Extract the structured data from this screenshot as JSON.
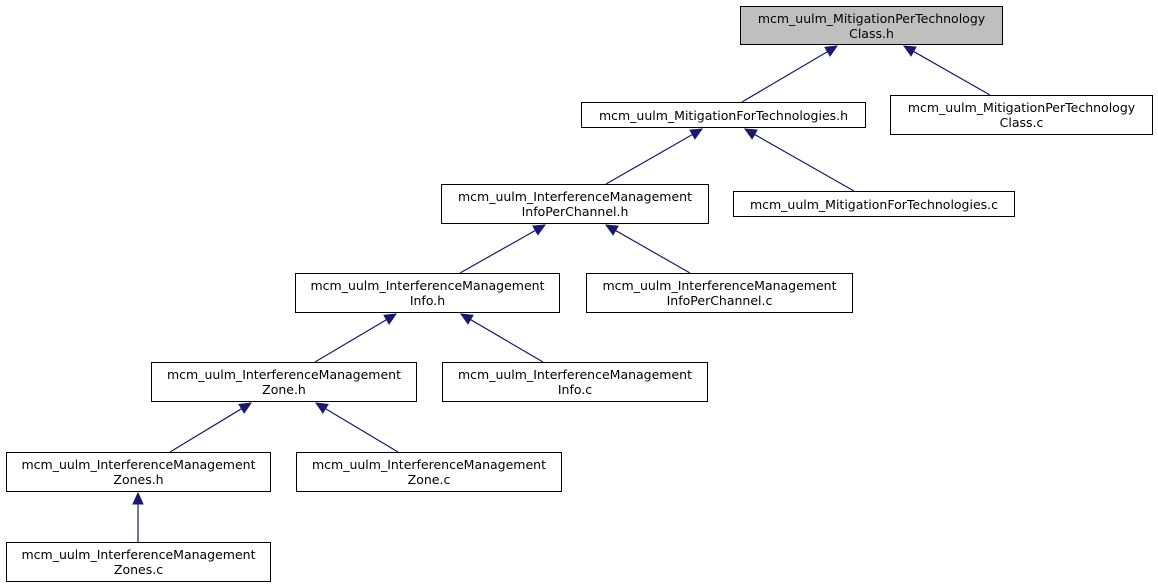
{
  "graph": {
    "edge_color": "#191970",
    "root_fill": "#bfbfbf",
    "node_fill": "#ffffff",
    "nodes": [
      {
        "id": "n0",
        "lines": [
          "mcm_uulm_MitigationPerTechnology",
          "Class.h"
        ],
        "root": true
      },
      {
        "id": "n1",
        "lines": [
          "mcm_uulm_MitigationForTechnologies.h"
        ]
      },
      {
        "id": "n2",
        "lines": [
          "mcm_uulm_MitigationPerTechnology",
          "Class.c"
        ]
      },
      {
        "id": "n3",
        "lines": [
          "mcm_uulm_InterferenceManagement",
          "InfoPerChannel.h"
        ]
      },
      {
        "id": "n4",
        "lines": [
          "mcm_uulm_MitigationForTechnologies.c"
        ]
      },
      {
        "id": "n5",
        "lines": [
          "mcm_uulm_InterferenceManagement",
          "Info.h"
        ]
      },
      {
        "id": "n6",
        "lines": [
          "mcm_uulm_InterferenceManagement",
          "InfoPerChannel.c"
        ]
      },
      {
        "id": "n7",
        "lines": [
          "mcm_uulm_InterferenceManagement",
          "Zone.h"
        ]
      },
      {
        "id": "n8",
        "lines": [
          "mcm_uulm_InterferenceManagement",
          "Info.c"
        ]
      },
      {
        "id": "n9",
        "lines": [
          "mcm_uulm_InterferenceManagement",
          "Zones.h"
        ]
      },
      {
        "id": "n10",
        "lines": [
          "mcm_uulm_InterferenceManagement",
          "Zone.c"
        ]
      },
      {
        "id": "n11",
        "lines": [
          "mcm_uulm_InterferenceManagement",
          "Zones.c"
        ]
      }
    ],
    "edges": [
      {
        "from": "n1",
        "to": "n0"
      },
      {
        "from": "n2",
        "to": "n0"
      },
      {
        "from": "n3",
        "to": "n1"
      },
      {
        "from": "n4",
        "to": "n1"
      },
      {
        "from": "n5",
        "to": "n3"
      },
      {
        "from": "n6",
        "to": "n3"
      },
      {
        "from": "n7",
        "to": "n5"
      },
      {
        "from": "n8",
        "to": "n5"
      },
      {
        "from": "n9",
        "to": "n7"
      },
      {
        "from": "n10",
        "to": "n7"
      },
      {
        "from": "n11",
        "to": "n9"
      }
    ]
  }
}
